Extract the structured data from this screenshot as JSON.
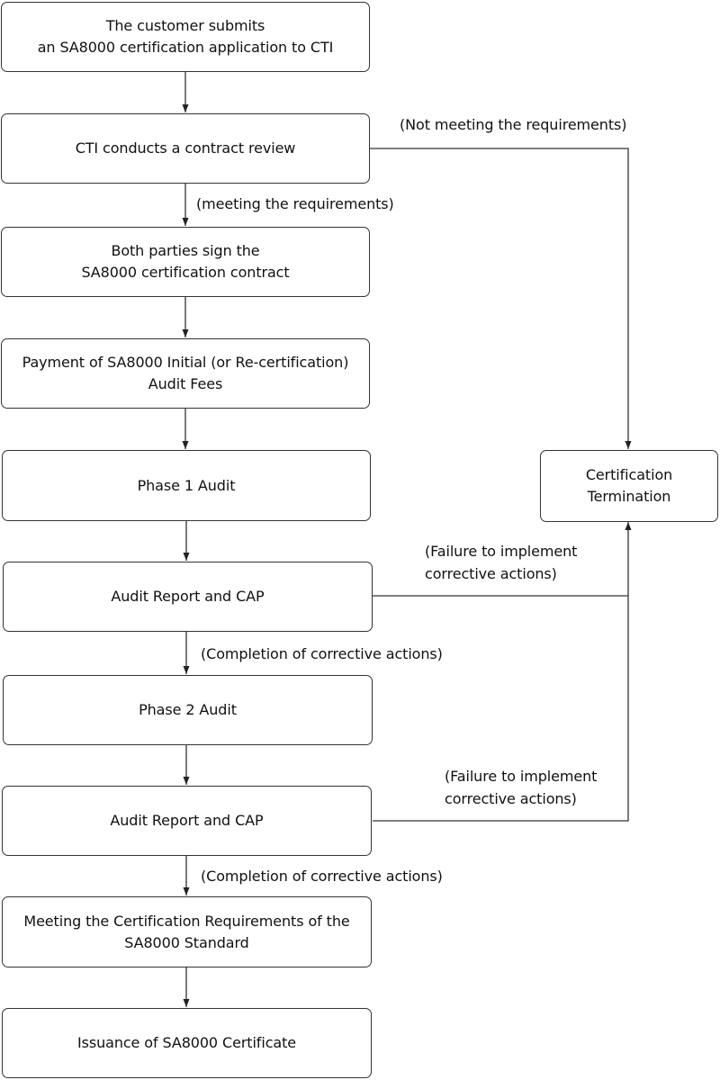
{
  "nodes": {
    "application": {
      "line1": "The customer submits",
      "line2": "an SA8000 certification application to CTI"
    },
    "contract_review": {
      "line1": "CTI conducts a contract review"
    },
    "sign_contract": {
      "line1": "Both parties sign the",
      "line2": "SA8000 certification contract"
    },
    "payment": {
      "line1": "Payment of SA8000 Initial (or Re-certification)",
      "line2": "Audit Fees"
    },
    "phase1": {
      "line1": "Phase 1 Audit"
    },
    "report1": {
      "line1": "Audit Report and CAP"
    },
    "phase2": {
      "line1": "Phase 2 Audit"
    },
    "report2": {
      "line1": "Audit Report and CAP"
    },
    "meeting_requirements": {
      "line1": "Meeting the Certification Requirements of the",
      "line2": "SA8000 Standard"
    },
    "issuance": {
      "line1": "Issuance of SA8000 Certificate"
    },
    "termination": {
      "line1": "Certification",
      "line2": "Termination"
    }
  },
  "labels": {
    "not_meeting": "(Not meeting the requirements)",
    "meeting": "(meeting the requirements)",
    "failure1_line1": "(Failure to implement",
    "failure1_line2": "corrective actions)",
    "completion1": "(Completion of corrective actions)",
    "failure2_line1": "(Failure to implement",
    "failure2_line2": "corrective actions)",
    "completion2": "(Completion of corrective actions)"
  },
  "colors": {
    "stroke": "#333333",
    "text": "#111111",
    "background": "#ffffff"
  }
}
